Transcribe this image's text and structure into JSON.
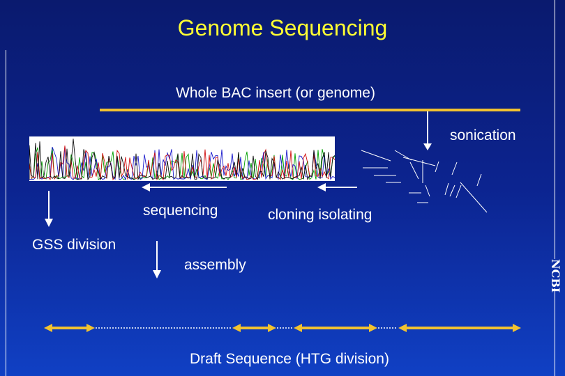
{
  "slide": {
    "title": "Genome Sequencing",
    "colors": {
      "background_top": "#0a1a6e",
      "background_bottom": "#1040c4",
      "title": "#ffff33",
      "bar": "#f2c230",
      "text": "#ffffff"
    }
  },
  "labels": {
    "whole_bac": "Whole BAC insert (or genome)",
    "sonication": "sonication",
    "sequencing": "sequencing",
    "cloning": "cloning isolating",
    "gss": "GSS division",
    "assembly": "assembly",
    "draft": "Draft Sequence (HTG division)"
  },
  "logo": {
    "text": "NCBI"
  },
  "trace": {
    "type": "chromatogram",
    "channel_colors": [
      "#00a000",
      "#1a1acc",
      "#d01010",
      "#111111"
    ]
  }
}
